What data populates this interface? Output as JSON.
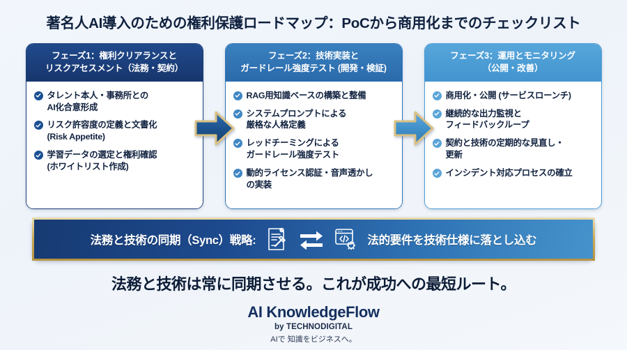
{
  "title": "著名人AI導入のための権利保護ロードマップ：PoCから商用化までのチェックリスト",
  "colors": {
    "phase1": "#1a3c78",
    "phase2": "#2f74b5",
    "phase3": "#4a9bd4",
    "gold": "#c9a855",
    "background": "#f2f6fc",
    "text_dark": "#10213f"
  },
  "phases": [
    {
      "header": "フェーズ1：権利クリアランスと\nリスクアセスメント（法務・契約）",
      "header_line1": "フェーズ1：権利クリアランスと",
      "header_line2": "リスクアセスメント（法務・契約）",
      "items": [
        "タレント本人・事務所との\nAI化合意形成",
        "リスク許容度の定義と文書化\n(Risk Appetite)",
        "学習データの選定と権利確認\n(ホワイトリスト作成)"
      ]
    },
    {
      "header": "フェーズ2：技術実装と\nガードレール強度テスト (開発・検証)",
      "header_line1": "フェーズ2：技術実装と",
      "header_line2": "ガードレール強度テスト (開発・検証)",
      "items": [
        "RAG用知識ベースの構築と整備",
        "システムプロンプトによる\n厳格な人格定義",
        "レッドチーミングによる\nガードレール強度テスト",
        "動的ライセンス認証・音声透かし\nの実装"
      ]
    },
    {
      "header": "フェーズ3：運用とモニタリング\n（公開・改善）",
      "header_line1": "フェーズ3：運用とモニタリング",
      "header_line2": "（公開・改善）",
      "items": [
        "商用化・公開 (サービスローンチ)",
        "継続的な出力監視と\nフィードバックループ",
        "契約と技術の定期的な見直し・\n更新",
        "インシデント対応プロセスの確立"
      ]
    }
  ],
  "banner": {
    "left_text": "法務と技術の同期（Sync）戦略:",
    "right_text": "法的要件を技術仕様に落とし込む",
    "icons": [
      "legal-document-gavel-icon",
      "exchange-arrows-icon",
      "code-window-gear-icon"
    ]
  },
  "tagline": "法務と技術は常に同期させる。これが成功への最短ルート。",
  "brand": {
    "name": "AI KnowledgeFlow",
    "by": "by TECHNODIGITAL",
    "sub": "AIで 知識をビジネスへ。"
  }
}
